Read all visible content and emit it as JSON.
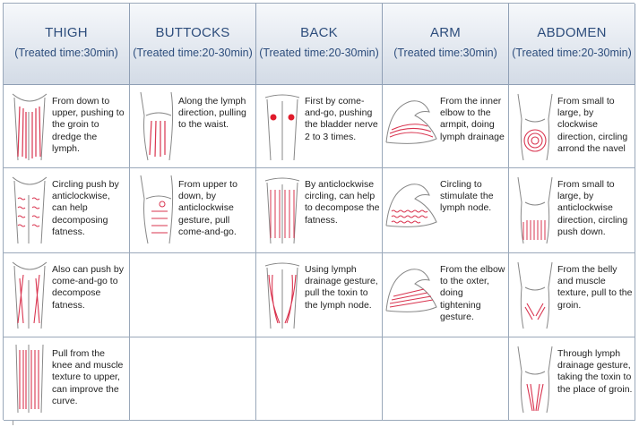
{
  "headers": [
    {
      "title": "THIGH",
      "sub": "(Treated time:30min)"
    },
    {
      "title": "BUTTOCKS",
      "sub": "(Treated time:20-30min)"
    },
    {
      "title": "BACK",
      "sub": "(Treated time:20-30min)"
    },
    {
      "title": "ARM",
      "sub": "(Treated time:30min)"
    },
    {
      "title": "ABDOMEN",
      "sub": "(Treated time:20-30min)"
    }
  ],
  "rows": [
    [
      "From down to upper, pushing to the groin to dredge the lymph.",
      "Along the lymph direction, pulling to the waist.",
      "First by come-and-go, pushing the bladder nerve 2 to 3 times.",
      "From the inner elbow to the armpit, doing lymph drainage",
      "From small to large, by clockwise direction, circling arrond the navel"
    ],
    [
      "Circling push by anticlockwise, can help decomposing fatness.",
      "From upper to down, by anticlockwise gesture, pull come-and-go.",
      "By anticlockwise circling, can help to decompose the fatness.",
      "Circling to stimulate the lymph node.",
      "From small to large, by anticlockwise direction, circling push down."
    ],
    [
      "Also can push by come-and-go to decompose fatness.",
      "",
      "Using lymph drainage gesture, pull the toxin to the lymph node.",
      "From the elbow to the oxter, doing tightening gesture.",
      "From the belly and muscle texture, pull to the groin."
    ],
    [
      "Pull from the knee and muscle texture to upper, can improve the curve.",
      "",
      "",
      "",
      "Through lymph drainage gesture, taking the toxin to the place of groin."
    ]
  ],
  "colors": {
    "header_text": "#2d4d7c",
    "grid": "#9aa8ba",
    "stroke_red": "#d9344f"
  }
}
